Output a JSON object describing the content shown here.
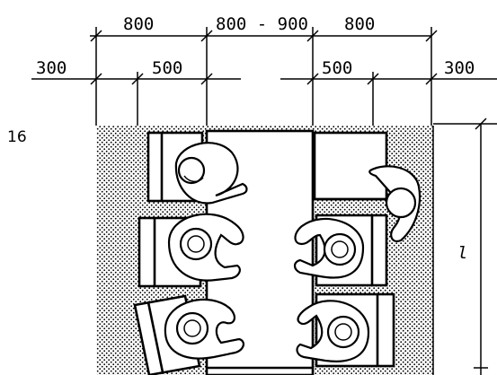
{
  "figure": {
    "number": "16"
  },
  "dimensions": {
    "top_row": [
      "800",
      "800 - 900",
      "800"
    ],
    "second_row": [
      "300",
      "500",
      "500",
      "300"
    ],
    "side": "l"
  }
}
